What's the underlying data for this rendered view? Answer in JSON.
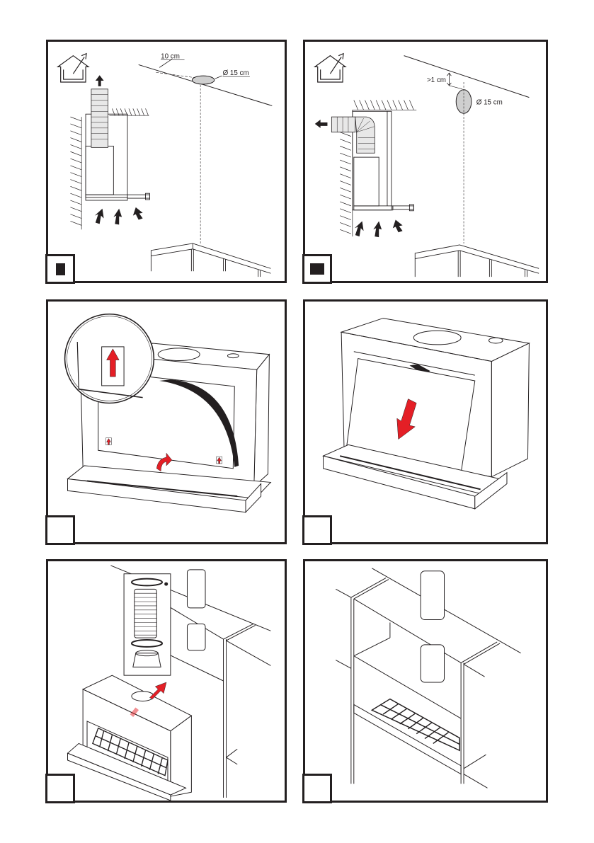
{
  "document": {
    "type": "installation-instructions",
    "panels": [
      {
        "id": "ducted-vertical",
        "step_marker": "filled-square",
        "icon": "house-vent-icon",
        "annotations": {
          "offset": "10 cm",
          "diameter": "Ø 15 cm"
        },
        "airflow": "up"
      },
      {
        "id": "ducted-horizontal",
        "step_marker": "filled-square",
        "icon": "house-vent-icon",
        "annotations": {
          "offset": ">1 cm",
          "diameter": "Ø 15 cm"
        },
        "airflow": "left"
      },
      {
        "id": "remove-filter-panel",
        "step_marker": "empty"
      },
      {
        "id": "lower-filter-panel",
        "step_marker": "empty"
      },
      {
        "id": "fit-duct-kit",
        "step_marker": "empty",
        "kit_marker": "●"
      },
      {
        "id": "installed-in-cabinet",
        "step_marker": "empty"
      }
    ]
  },
  "colors": {
    "line": "#231f20",
    "accent_red": "#e41f26",
    "duct_fill": "#e8e8e8",
    "hole_fill": "#cfcfcf"
  }
}
